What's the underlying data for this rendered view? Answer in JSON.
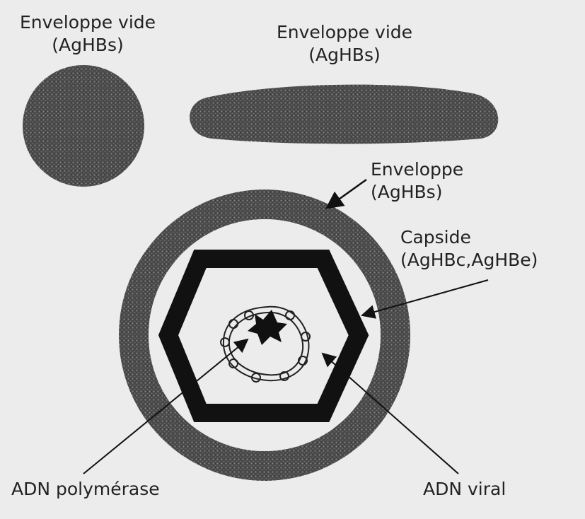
{
  "labels": {
    "empty_sphere": {
      "line1": "Enveloppe vide",
      "line2": "(AgHBs)"
    },
    "empty_filament": {
      "line1": "Enveloppe vide",
      "line2": "(AgHBs)"
    },
    "envelope": {
      "line1": "Enveloppe",
      "line2": "(AgHBs)"
    },
    "capsid": {
      "line1": "Capside",
      "line2": "(AgHBc,AgHBe)"
    },
    "polymerase": "ADN polymérase",
    "viral_dna": "ADN viral"
  },
  "colors": {
    "background": "#ececec",
    "envelope_fill": "#4a4a4a",
    "capsid_fill": "#111111",
    "text": "#222222"
  }
}
